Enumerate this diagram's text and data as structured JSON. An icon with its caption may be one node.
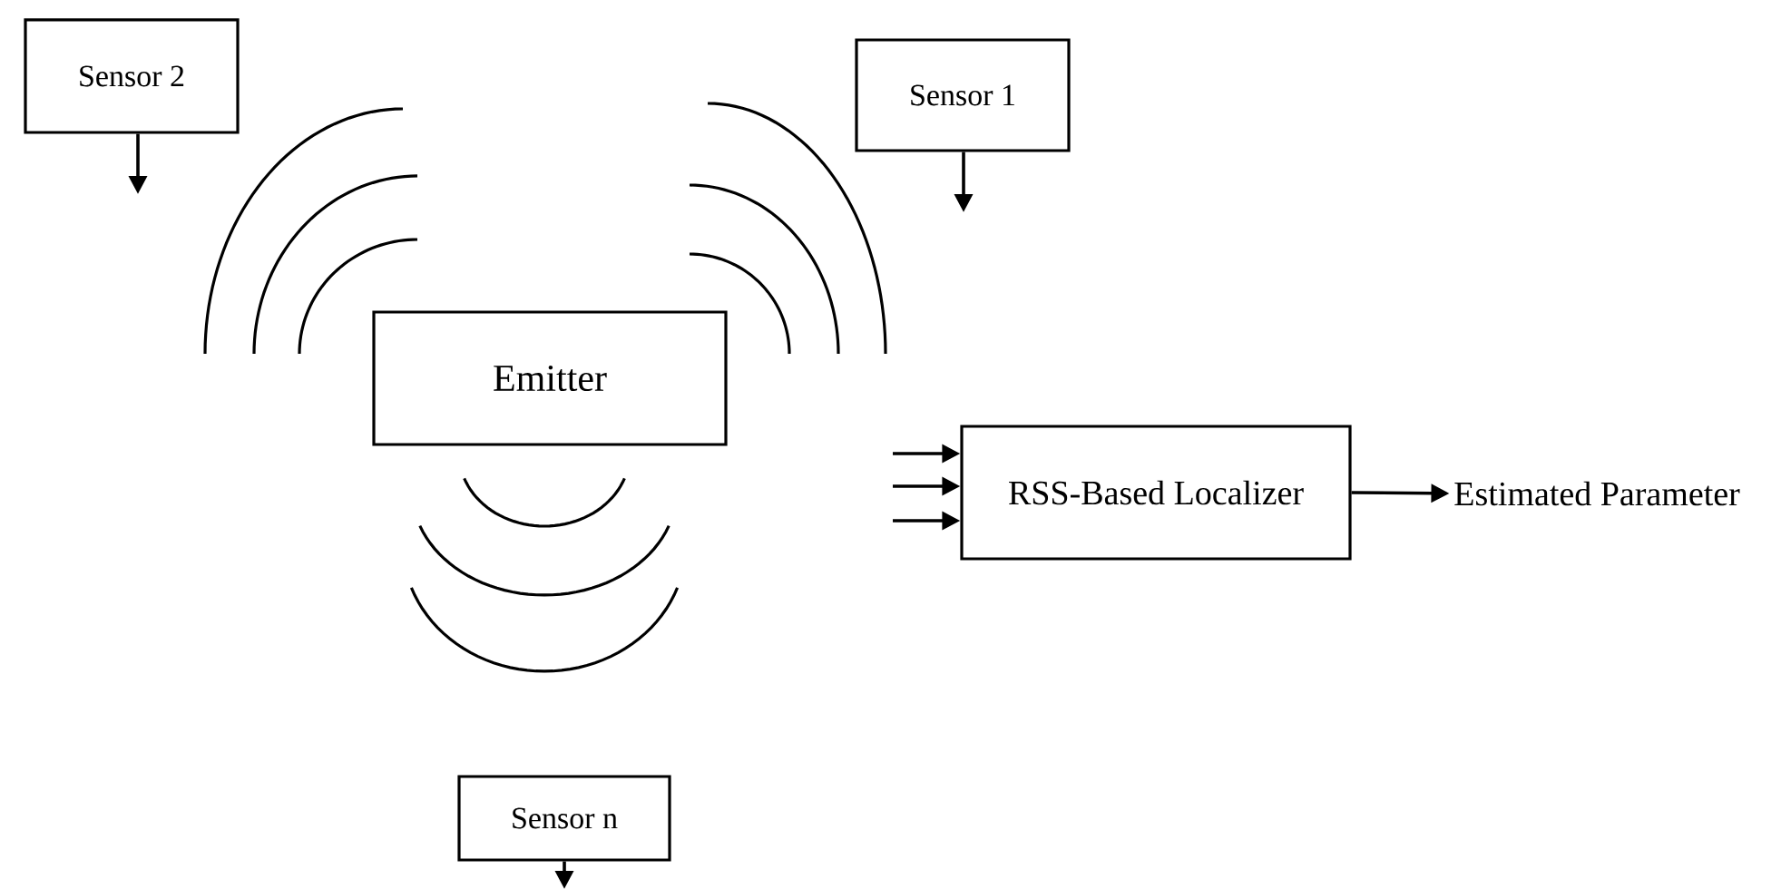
{
  "diagram": {
    "nodes": [
      {
        "text": [
          "Sensor 2"
        ]
      },
      {
        "text": [
          "Sensor 1"
        ]
      },
      {
        "text": [
          "Emitter"
        ]
      },
      {
        "text": [
          "RSS-Based Localizer"
        ]
      },
      {
        "text": [
          "Estimated Parameter"
        ]
      },
      {
        "text": [
          "Sensor n"
        ]
      }
    ],
    "edges": [
      {
        "from": 0,
        "to": null,
        "arrow": "to"
      },
      {
        "from": 1,
        "to": null,
        "arrow": "to"
      },
      {
        "from": null,
        "to": 3,
        "arrow": "to"
      },
      {
        "from": null,
        "to": 3,
        "arrow": "to"
      },
      {
        "from": null,
        "to": 3,
        "arrow": "to"
      },
      {
        "from": 3,
        "to": 4,
        "arrow": "to"
      },
      {
        "from": 5,
        "to": null,
        "arrow": "to"
      }
    ]
  }
}
